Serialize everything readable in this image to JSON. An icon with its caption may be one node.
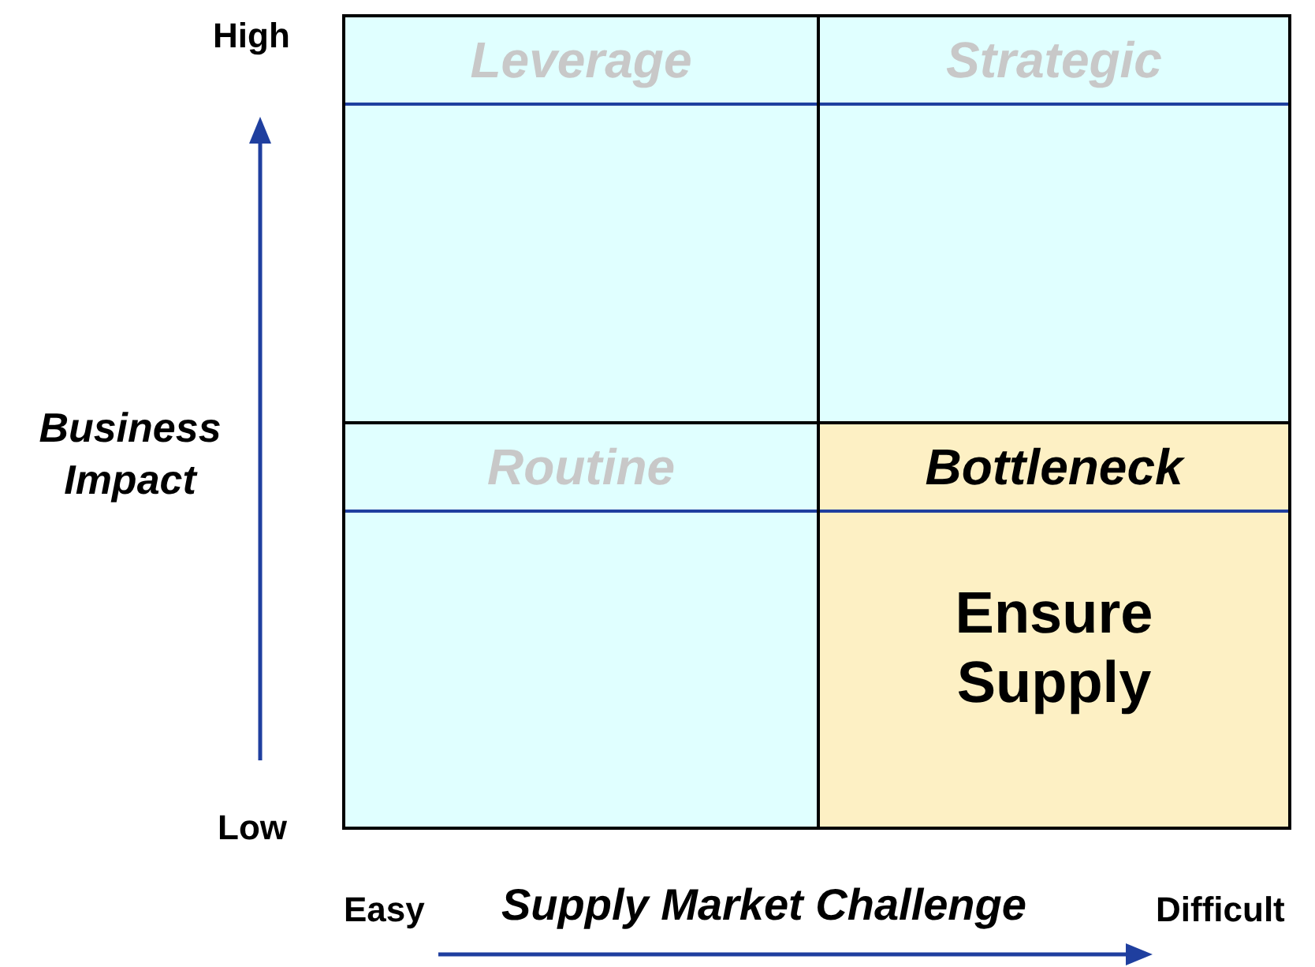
{
  "diagram": {
    "nodes": [
      {
        "text": [
          "Leverage"
        ]
      },
      {
        "text": [
          "Strategic"
        ]
      },
      {
        "text": [
          "Routine"
        ]
      },
      {
        "text": [
          "Bottleneck",
          "Ensure Supply"
        ]
      }
    ],
    "labels": [
      "High",
      "Business Impact",
      "Low",
      "Easy",
      "Supply Market Challenge",
      "Difficult"
    ]
  }
}
